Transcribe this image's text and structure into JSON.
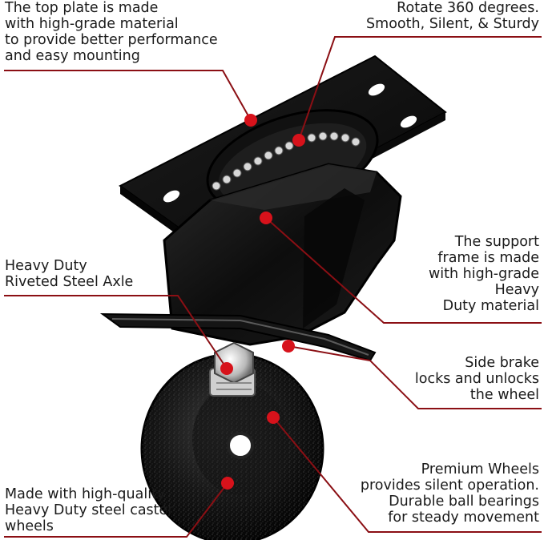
{
  "colors": {
    "leader_line": "#8b0f14",
    "callout_dot": "#d7121b",
    "caster_black": "#0c0c0c",
    "text": "#1a1a1a"
  },
  "callouts": {
    "top_plate": "The top plate is made\nwith high-grade material\nto provide better performance\nand easy mounting",
    "rotate": "Rotate 360 degrees.\nSmooth, Silent, & Sturdy",
    "axle": "Heavy Duty\nRiveted Steel Axle",
    "support_frame": "The support\nframe is made\nwith high-grade\nHeavy\nDuty material",
    "side_brake": "Side brake\nlocks and unlocks\nthe wheel",
    "premium_wheels": "Premium Wheels\nprovides silent operation.\nDurable ball bearings\nfor steady movement",
    "steel_caster": "Made with high-quality\nHeavy Duty steel caster\nwheels"
  }
}
